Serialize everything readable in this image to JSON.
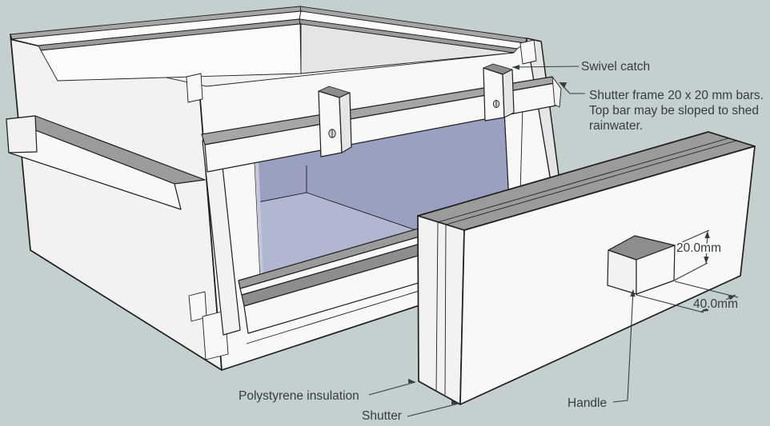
{
  "annotations": {
    "swivel_catch": {
      "label": "Swivel catch"
    },
    "shutter_frame_note": {
      "lines": [
        "Shutter frame 20 x 20 mm bars.",
        "Top bar may be sloped to shed",
        "rainwater."
      ]
    },
    "polystyrene": {
      "label": "Polystyrene insulation"
    },
    "shutter": {
      "label": "Shutter"
    },
    "handle": {
      "label": "Handle"
    },
    "dim_handle_height": {
      "label": "20.0mm"
    },
    "dim_handle_width": {
      "label": "40.0mm"
    }
  },
  "colors": {
    "bg": "#c4cfd0",
    "line": "#1f1f1f",
    "ann": "#343d40",
    "face_bright": "#f8f8f6",
    "face_light": "#f2f2f0",
    "face_rim": "#fbfbf9",
    "face_shade": "#e5e5e3",
    "gray_rim": "#a6a6a4",
    "gray_mid": "#9b9b99",
    "gray_dark": "#8d8d8b",
    "glass": "#9aa0bf",
    "glass_floor": "#b1b7d1",
    "glass_hl": "#c3c7da",
    "screw": "#d6d6d4"
  }
}
